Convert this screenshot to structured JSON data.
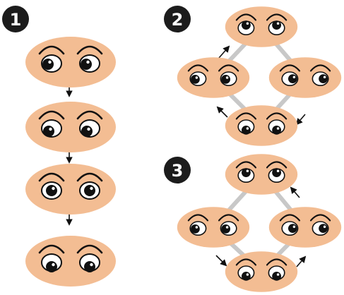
{
  "colors": {
    "face": "#f3bd93",
    "ink": "#111111",
    "badge": "#1c1c1c",
    "cycle_track": "#c8c8c8"
  },
  "panels": [
    {
      "number": "1",
      "layout": "vertical-sequence",
      "steps": [
        {
          "gaze": "left"
        },
        {
          "gaze": "left-down"
        },
        {
          "gaze": "center"
        },
        {
          "gaze": "down"
        }
      ]
    },
    {
      "number": "2",
      "layout": "clockwise-cycle",
      "steps": [
        {
          "gaze": "up"
        },
        {
          "gaze": "right"
        },
        {
          "gaze": "down"
        },
        {
          "gaze": "left"
        }
      ]
    },
    {
      "number": "3",
      "layout": "counterclockwise-cycle",
      "steps": [
        {
          "gaze": "up"
        },
        {
          "gaze": "left"
        },
        {
          "gaze": "down"
        },
        {
          "gaze": "right"
        }
      ]
    }
  ]
}
